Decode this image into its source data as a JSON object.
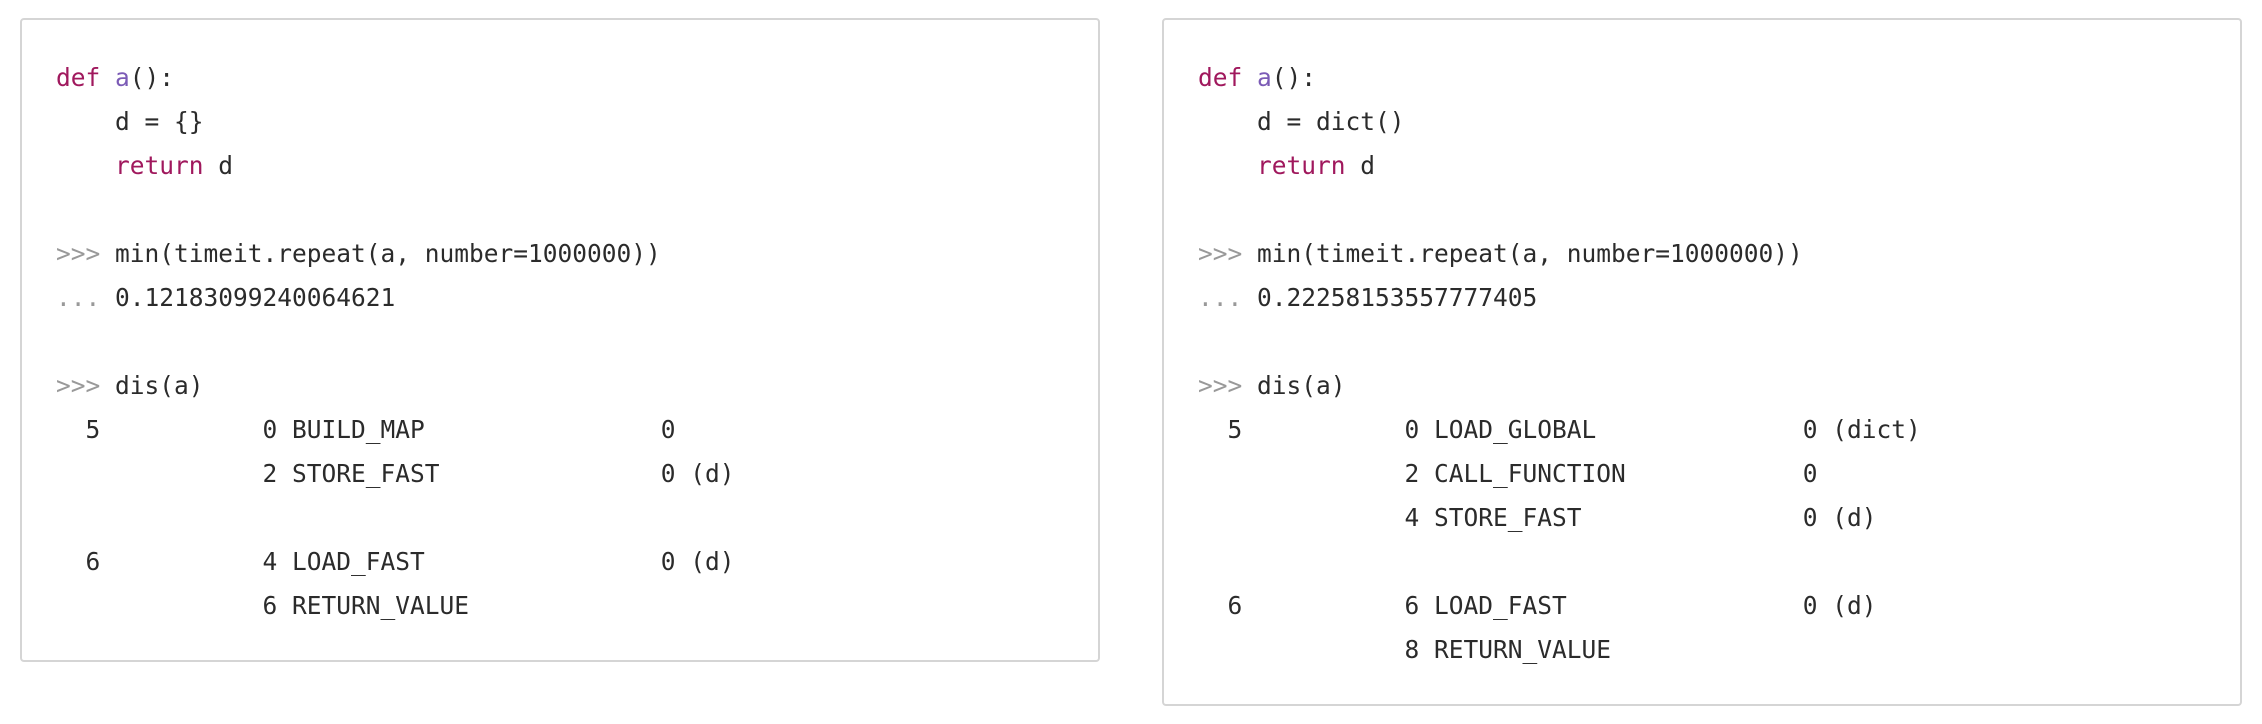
{
  "panels": [
    {
      "lines": [
        [
          {
            "t": "def",
            "s": "kw"
          },
          {
            "t": " ",
            "s": "plain"
          },
          {
            "t": "a",
            "s": "fn"
          },
          {
            "t": "():",
            "s": "plain"
          }
        ],
        [
          {
            "t": "    d = {}",
            "s": "plain"
          }
        ],
        [
          {
            "t": "    ",
            "s": "plain"
          },
          {
            "t": "return",
            "s": "kw"
          },
          {
            "t": " d",
            "s": "plain"
          }
        ],
        [],
        [
          {
            "t": ">>>",
            "s": "prompt"
          },
          {
            "t": " min(timeit.repeat(a, number=1000000))",
            "s": "plain"
          }
        ],
        [
          {
            "t": "...",
            "s": "prompt"
          },
          {
            "t": " 0.12183099240064621",
            "s": "plain"
          }
        ],
        [],
        [
          {
            "t": ">>>",
            "s": "prompt"
          },
          {
            "t": " dis(a)",
            "s": "plain"
          }
        ],
        [
          {
            "t": "  5           0 BUILD_MAP                0",
            "s": "plain"
          }
        ],
        [
          {
            "t": "              2 STORE_FAST               0 (d)",
            "s": "plain"
          }
        ],
        [],
        [
          {
            "t": "  6           4 LOAD_FAST                0 (d)",
            "s": "plain"
          }
        ],
        [
          {
            "t": "              6 RETURN_VALUE",
            "s": "plain"
          }
        ]
      ]
    },
    {
      "lines": [
        [
          {
            "t": "def",
            "s": "kw"
          },
          {
            "t": " ",
            "s": "plain"
          },
          {
            "t": "a",
            "s": "fn"
          },
          {
            "t": "():",
            "s": "plain"
          }
        ],
        [
          {
            "t": "    d = dict()",
            "s": "plain"
          }
        ],
        [
          {
            "t": "    ",
            "s": "plain"
          },
          {
            "t": "return",
            "s": "kw"
          },
          {
            "t": " d",
            "s": "plain"
          }
        ],
        [],
        [
          {
            "t": ">>>",
            "s": "prompt"
          },
          {
            "t": " min(timeit.repeat(a, number=1000000))",
            "s": "plain"
          }
        ],
        [
          {
            "t": "...",
            "s": "prompt"
          },
          {
            "t": " 0.22258153557777405",
            "s": "plain"
          }
        ],
        [],
        [
          {
            "t": ">>>",
            "s": "prompt"
          },
          {
            "t": " dis(a)",
            "s": "plain"
          }
        ],
        [
          {
            "t": "  5           0 LOAD_GLOBAL              0 (dict)",
            "s": "plain"
          }
        ],
        [
          {
            "t": "              2 CALL_FUNCTION            0",
            "s": "plain"
          }
        ],
        [
          {
            "t": "              4 STORE_FAST               0 (d)",
            "s": "plain"
          }
        ],
        [],
        [
          {
            "t": "  6           6 LOAD_FAST                0 (d)",
            "s": "plain"
          }
        ],
        [
          {
            "t": "              8 RETURN_VALUE",
            "s": "plain"
          }
        ]
      ]
    }
  ]
}
